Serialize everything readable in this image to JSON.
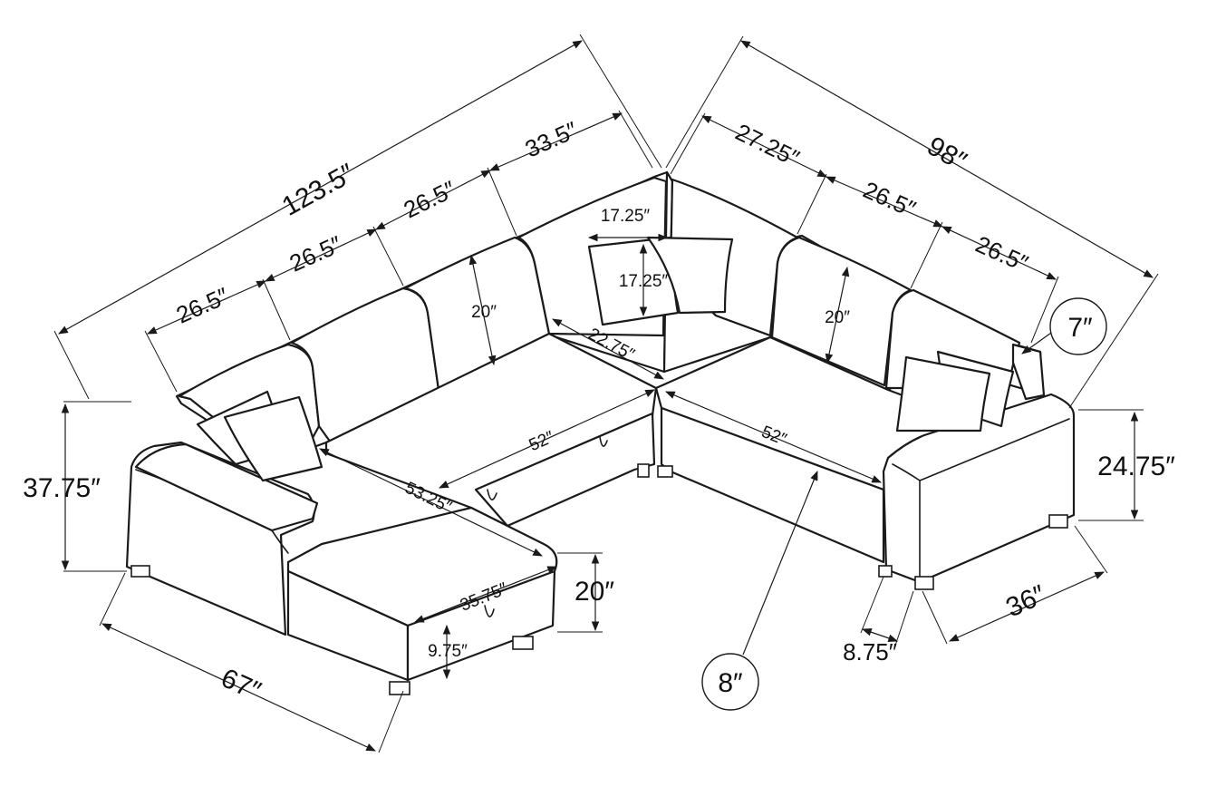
{
  "labels": {
    "overall_left": "123.5″",
    "overall_right": "98″",
    "seat1": "26.5″",
    "seat2": "26.5″",
    "seat3": "26.5″",
    "seat4": "33.5″",
    "seat5": "27.25″",
    "seat6": "26.5″",
    "seat7": "26.5″",
    "pillow_w": "17.25″",
    "pillow_h": "17.25″",
    "back_h_left": "20″",
    "back_h_right": "20″",
    "corner_depth": "22.75″",
    "seat_left": "52″",
    "seat_right": "52″",
    "chaise_len": "53.25″",
    "chaise_seat": "35.75″",
    "total_h": "37.75″",
    "arm_h": "24.75″",
    "seat_h": "20″",
    "leg_h": "9.75″",
    "chaise_depth": "67″",
    "depth_right": "36″",
    "arm_w": "8.75″",
    "callout_arm": "7″",
    "callout_leg": "8″"
  }
}
